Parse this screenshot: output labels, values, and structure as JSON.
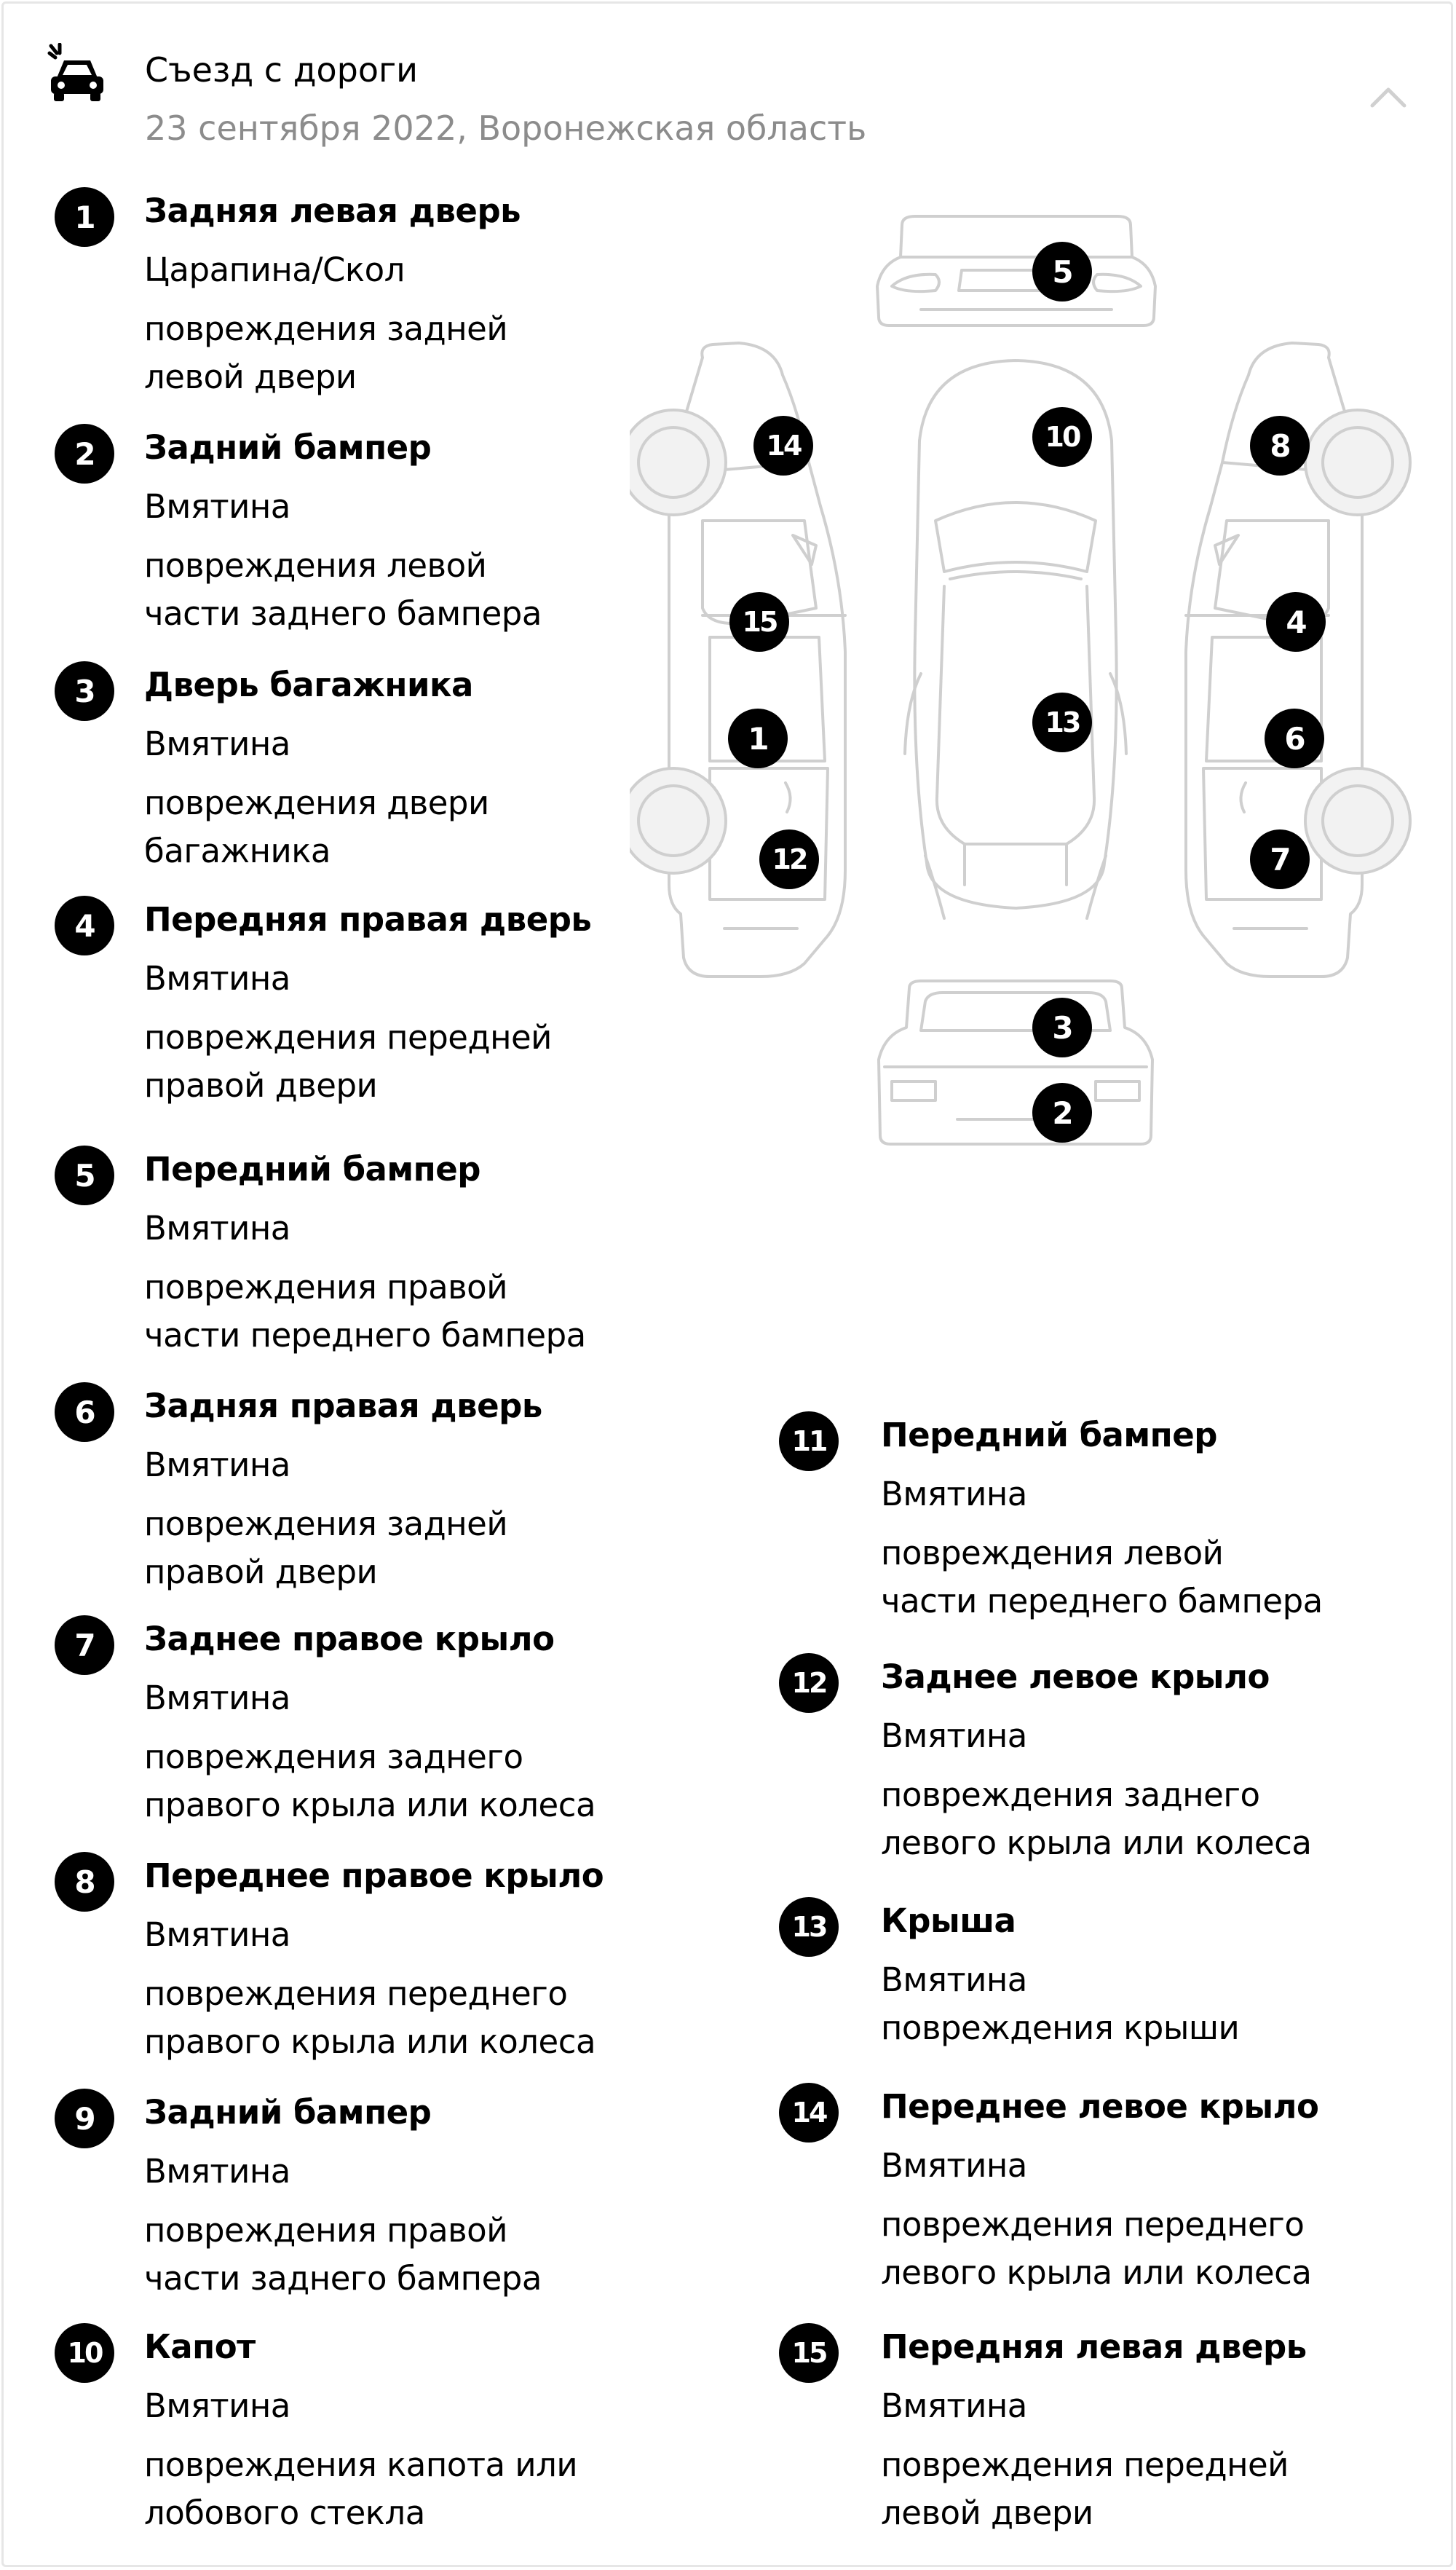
{
  "header": {
    "title": "Съезд с дороги",
    "subtitle": "23 сентября 2022, Воронежская область",
    "icon": "car-crash-icon",
    "collapse_icon": "chevron-up-icon"
  },
  "damages": [
    {
      "num": "1",
      "part": "Задняя левая дверь",
      "type": "Царапина/Скол",
      "description": "повреждения задней\nлевой двери"
    },
    {
      "num": "2",
      "part": "Задний бампер",
      "type": "Вмятина",
      "description": "повреждения левой\nчасти заднего бампера"
    },
    {
      "num": "3",
      "part": "Дверь багажника",
      "type": "Вмятина",
      "description": "повреждения двери\nбагажника"
    },
    {
      "num": "4",
      "part": "Передняя правая дверь",
      "type": "Вмятина",
      "description": "повреждения передней\nправой двери"
    },
    {
      "num": "5",
      "part": "Передний бампер",
      "type": "Вмятина",
      "description": "повреждения правой\nчасти переднего бампера"
    },
    {
      "num": "6",
      "part": "Задняя правая дверь",
      "type": "Вмятина",
      "description": "повреждения задней\nправой двери"
    },
    {
      "num": "7",
      "part": "Заднее правое крыло",
      "type": "Вмятина",
      "description": "повреждения заднего\nправого крыла или колеса"
    },
    {
      "num": "8",
      "part": "Переднее правое крыло",
      "type": "Вмятина",
      "description": "повреждения переднего\nправого крыла или колеса"
    },
    {
      "num": "9",
      "part": "Задний бампер",
      "type": "Вмятина",
      "description": "повреждения правой\nчасти заднего бампера"
    },
    {
      "num": "10",
      "part": "Капот",
      "type": "Вмятина",
      "description": "повреждения капота или\nлобового стекла"
    },
    {
      "num": "11",
      "part": "Передний бампер",
      "type": "Вмятина",
      "description": "повреждения левой\nчасти переднего бампера"
    },
    {
      "num": "12",
      "part": "Заднее левое крыло",
      "type": "Вмятина",
      "description": "повреждения заднего\nлевого крыла или колеса"
    },
    {
      "num": "13",
      "part": "Крыша",
      "type": "Вмятина",
      "description": "повреждения крыши"
    },
    {
      "num": "14",
      "part": "Переднее левое крыло",
      "type": "Вмятина",
      "description": "повреждения переднего\nлевого крыла или колеса"
    },
    {
      "num": "15",
      "part": "Передняя левая дверь",
      "type": "Вмятина",
      "description": "повреждения передней\nлевой двери"
    }
  ],
  "diagram_marks": [
    "5",
    "14",
    "10",
    "8",
    "15",
    "4",
    "1",
    "13",
    "6",
    "12",
    "7",
    "3",
    "2"
  ]
}
